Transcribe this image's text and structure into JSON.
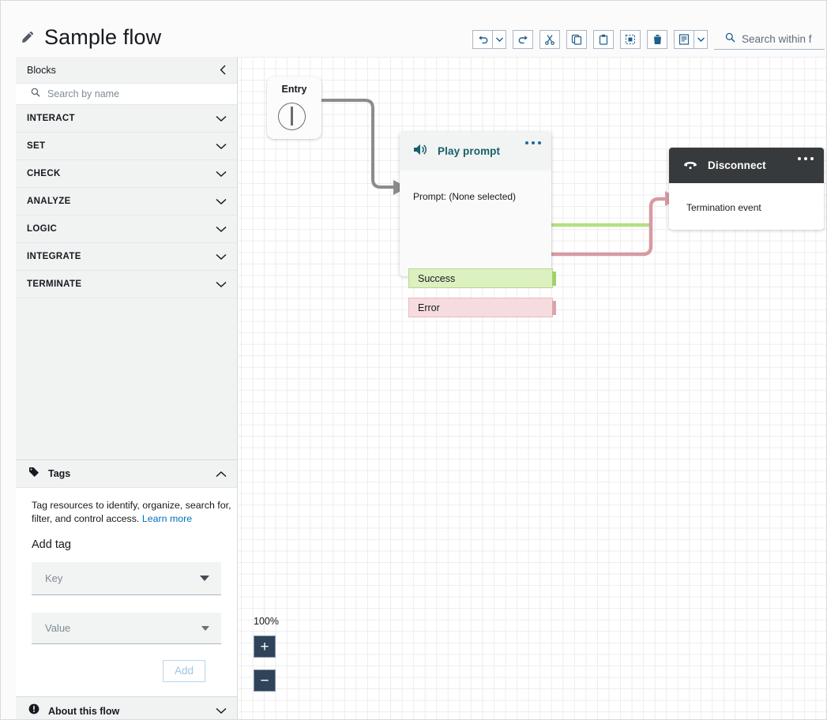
{
  "header": {
    "title": "Sample flow",
    "edit_icon": "pencil-icon"
  },
  "toolbar": {
    "buttons": [
      {
        "name": "undo-button",
        "icon": "undo-icon"
      },
      {
        "name": "undo-dropdown-button",
        "icon": "caret-down-icon"
      },
      {
        "name": "redo-button",
        "icon": "redo-icon"
      },
      {
        "name": "cut-button",
        "icon": "scissors-icon"
      },
      {
        "name": "copy-button",
        "icon": "copy-icon"
      },
      {
        "name": "paste-button",
        "icon": "clipboard-icon"
      },
      {
        "name": "select-all-button",
        "icon": "select-all-icon"
      },
      {
        "name": "delete-button",
        "icon": "trash-icon"
      },
      {
        "name": "list-view-button",
        "icon": "list-icon"
      },
      {
        "name": "list-view-dropdown-button",
        "icon": "caret-down-icon"
      }
    ],
    "search": {
      "placeholder": "Search within f",
      "icon": "search-icon"
    }
  },
  "sidebar": {
    "blocks_label": "Blocks",
    "collapse_icon": "chevron-left-icon",
    "search": {
      "placeholder": "Search by name",
      "icon": "search-icon"
    },
    "categories": [
      {
        "label": "INTERACT"
      },
      {
        "label": "SET"
      },
      {
        "label": "CHECK"
      },
      {
        "label": "ANALYZE"
      },
      {
        "label": "LOGIC"
      },
      {
        "label": "INTEGRATE"
      },
      {
        "label": "TERMINATE"
      }
    ]
  },
  "tags": {
    "title": "Tags",
    "icon": "tag-icon",
    "collapse_icon": "chevron-up-icon",
    "description": "Tag resources to identify, organize, search for, filter, and control access. ",
    "learn_more": "Learn more",
    "add_tag_label": "Add tag",
    "key_placeholder": "Key",
    "value_placeholder": "Value",
    "add_button": "Add"
  },
  "about": {
    "title": "About this flow",
    "icon": "info-icon",
    "expand_icon": "chevron-down-icon"
  },
  "canvas": {
    "zoom_level": "100%",
    "zoom_in": "+",
    "zoom_out": "−",
    "nodes": {
      "entry": {
        "label": "Entry"
      },
      "play_prompt": {
        "title": "Play prompt",
        "icon": "speaker-icon",
        "body": "Prompt: (None selected)",
        "branches": [
          {
            "label": "Success",
            "color": "#ddf0c0"
          },
          {
            "label": "Error",
            "color": "#f7dcdf"
          }
        ]
      },
      "disconnect": {
        "title": "Disconnect",
        "icon": "phone-hangup-icon",
        "body": "Termination event"
      }
    }
  },
  "colors": {
    "accent_blue": "#0073bb",
    "node_title_blue": "#16606b",
    "success_green": "#9ed36a",
    "error_red": "#d79aa3",
    "disconnect_dark": "#373a3c",
    "edge_gray": "#8c8c8c"
  }
}
